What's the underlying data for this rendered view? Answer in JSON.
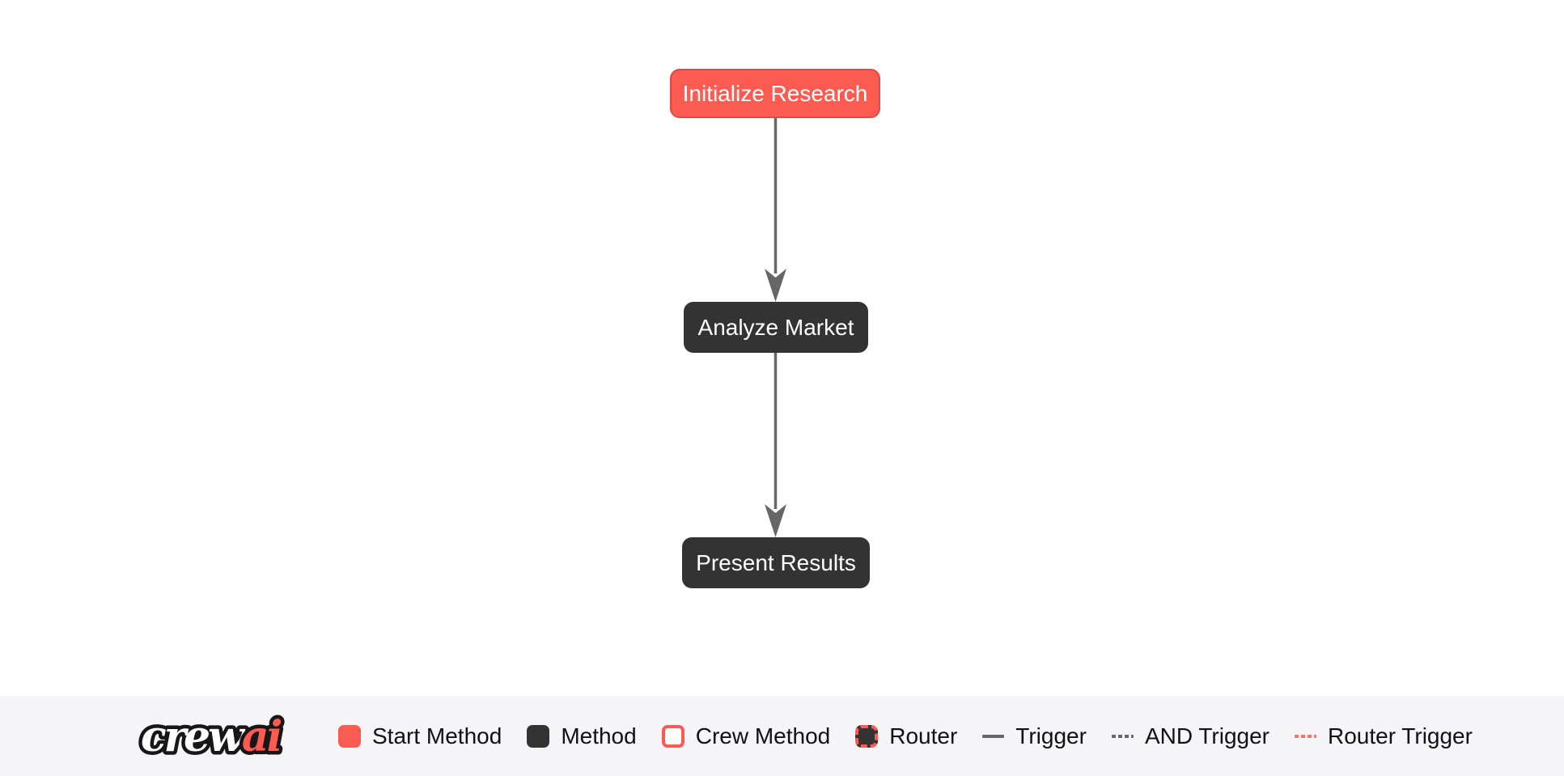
{
  "flow": {
    "nodes": [
      {
        "label": "Initialize Research",
        "type": "start-method"
      },
      {
        "label": "Analyze Market",
        "type": "method"
      },
      {
        "label": "Present Results",
        "type": "method"
      }
    ],
    "edges": [
      {
        "from": "Initialize Research",
        "to": "Analyze Market",
        "type": "trigger"
      },
      {
        "from": "Analyze Market",
        "to": "Present Results",
        "type": "trigger"
      }
    ]
  },
  "legend": {
    "logo": {
      "word1": "crew",
      "word2": "ai"
    },
    "items": [
      {
        "label": "Start Method",
        "swatch": "start-method-swatch"
      },
      {
        "label": "Method",
        "swatch": "method-swatch"
      },
      {
        "label": "Crew Method",
        "swatch": "crew-method-swatch"
      },
      {
        "label": "Router",
        "swatch": "router-swatch"
      },
      {
        "label": "Trigger",
        "swatch": "trigger-line"
      },
      {
        "label": "AND Trigger",
        "swatch": "and-trigger-line"
      },
      {
        "label": "Router Trigger",
        "swatch": "router-trigger-line"
      }
    ]
  },
  "colors": {
    "start_method_fill": "#FB5B51",
    "start_method_border": "#DE4A41",
    "method_fill": "#333333",
    "node_text": "#FFFFFF",
    "edge": "#666666",
    "router_trigger": "#F0776D",
    "legend_background": "#F5F5F7",
    "canvas_background": "#FFFFFF",
    "legend_text": "#111111",
    "logo_outline": "#171717"
  }
}
